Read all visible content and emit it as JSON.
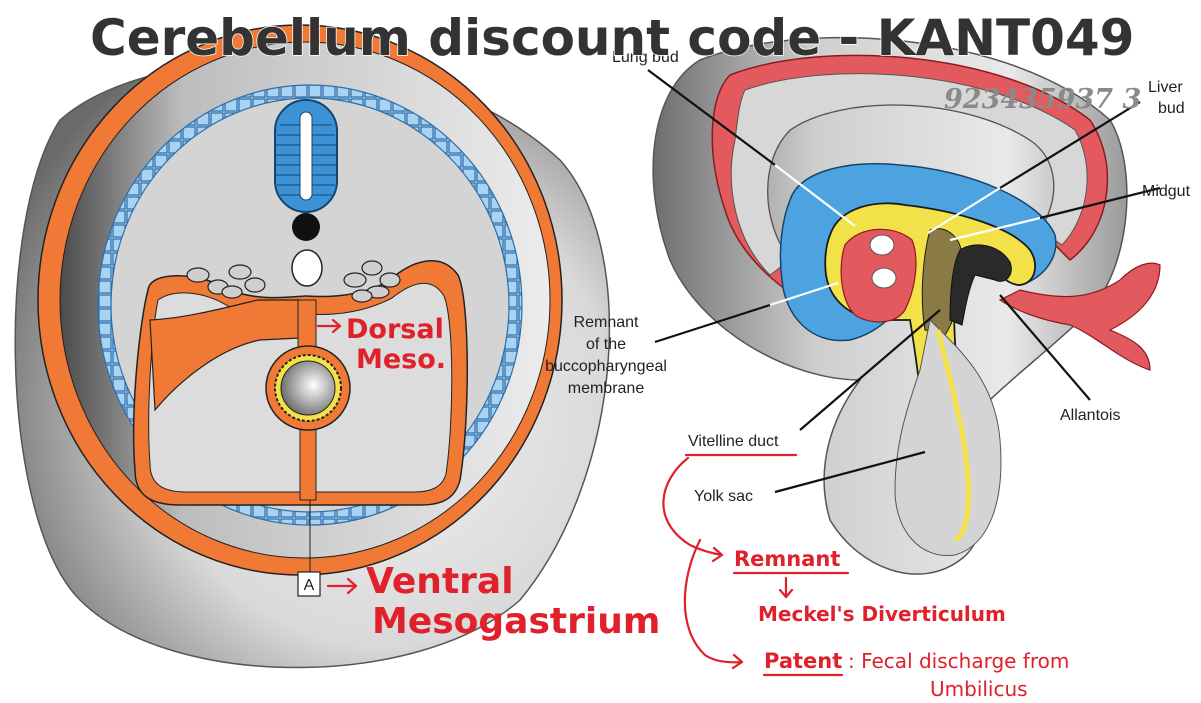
{
  "header": {
    "title": "Cerebellum discount code - KANT049",
    "phone": "923435937 3"
  },
  "left_diagram": {
    "box_label": "A",
    "note_dorsal_line1": "Dorsal",
    "note_dorsal_line2": "Meso.",
    "note_ventral_line1": "Ventral",
    "note_ventral_line2": "Mesogastrium"
  },
  "right_diagram": {
    "labels": {
      "lung_bud": "Lung bud",
      "liver_bud_line1": "Liver",
      "liver_bud_line2": "bud",
      "midgut": "Midgut",
      "remnant_line1": "Remnant",
      "remnant_line2": "of the",
      "remnant_line3": "buccopharyngeal",
      "remnant_line4": "membrane",
      "allantois": "Allantois",
      "vitelline_duct": "Vitelline duct",
      "yolk_sac": "Yolk sac"
    },
    "notes": {
      "remnant": "Remnant",
      "meckel": "Meckel's Diverticulum",
      "patent": "Patent",
      "fecal_line1": ": Fecal discharge from",
      "fecal_line2": "Umbilicus"
    }
  },
  "colors": {
    "orange": "#f07a35",
    "blue": "#4da3e0",
    "light_blue": "#a9d3f2",
    "red_tissue": "#e35a5e",
    "yellow": "#f3e14a",
    "olive": "#8a7a45",
    "annotation_red": "#e0202a",
    "title": "#333333"
  }
}
